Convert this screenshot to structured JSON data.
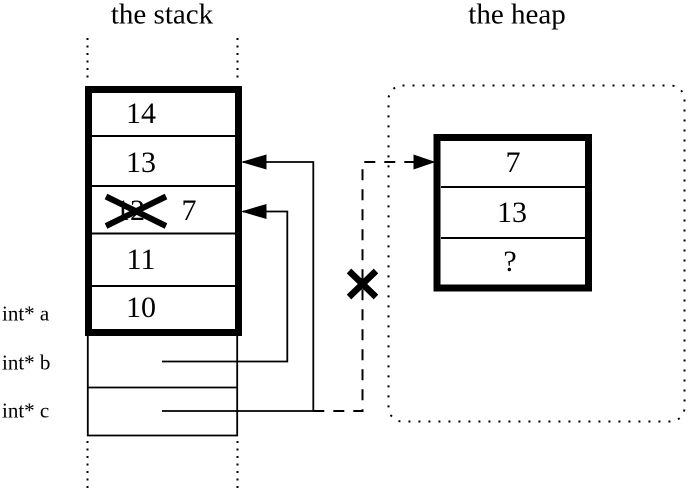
{
  "stack": {
    "title": "the stack",
    "cells": [
      {
        "value": "14"
      },
      {
        "value": "13"
      },
      {
        "old_value": "12",
        "new_value": "7",
        "crossed_out": true
      },
      {
        "value": "11"
      },
      {
        "value": "10"
      }
    ],
    "pointer_labels": [
      {
        "label": "int* a"
      },
      {
        "label": "int* b"
      },
      {
        "label": "int* c"
      }
    ]
  },
  "heap": {
    "title": "the heap",
    "cells": [
      {
        "value": "7"
      },
      {
        "value": "13"
      },
      {
        "value": "?"
      }
    ]
  },
  "colors": {
    "line": "#000000",
    "background": "#ffffff"
  }
}
